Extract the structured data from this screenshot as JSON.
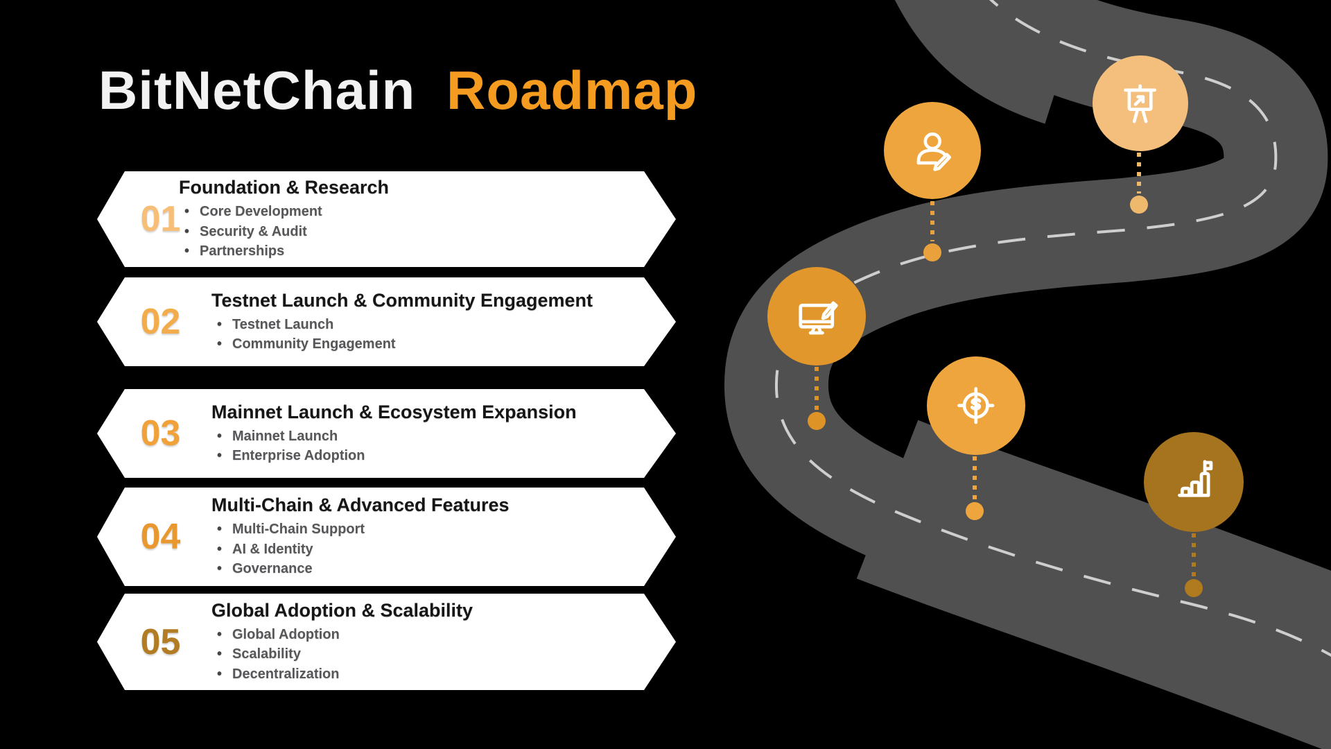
{
  "title": {
    "brand": "BitNetChain",
    "suffix": "Roadmap"
  },
  "colors": {
    "background": "#000000",
    "road_surface": "#505050",
    "road_centerline": "#DCDCDC",
    "banner_fill": "#FFFFFF",
    "title_brand": "#F2F2F2",
    "title_accent": "#F59B20",
    "phase_title_text": "#161616",
    "bullet_text": "#57575A"
  },
  "phases": [
    {
      "number": "01",
      "number_color": "#F6BE76",
      "title": "Foundation & Research",
      "bullets": [
        "Core Development",
        "Security & Audit",
        "Partnerships"
      ]
    },
    {
      "number": "02",
      "number_color": "#F3AC4B",
      "title": "Testnet Launch & Community Engagement",
      "bullets": [
        "Testnet Launch",
        "Community Engagement"
      ]
    },
    {
      "number": "03",
      "number_color": "#F0A13A",
      "title": "Mainnet Launch & Ecosystem Expansion",
      "bullets": [
        "Mainnet Launch",
        "Enterprise Adoption"
      ]
    },
    {
      "number": "04",
      "number_color": "#E9982F",
      "title": "Multi-Chain & Advanced Features",
      "bullets": [
        "Multi-Chain Support",
        "AI & Identity",
        "Governance"
      ]
    },
    {
      "number": "05",
      "number_color": "#B17C24",
      "title": "Global Adoption & Scalability",
      "bullets": [
        "Global Adoption",
        "Scalability",
        "Decentralization"
      ]
    }
  ],
  "milestones": [
    {
      "icon": "user-edit-icon",
      "color": "#EFA53E",
      "connector_color": "#E9A23B"
    },
    {
      "icon": "presentation-icon",
      "color": "#F4BE7C",
      "connector_color": "#EFB96D"
    },
    {
      "icon": "monitor-edit-icon",
      "color": "#E2972C",
      "connector_color": "#DE9327"
    },
    {
      "icon": "dollar-target-icon",
      "color": "#EFA53E",
      "connector_color": "#EFA53E"
    },
    {
      "icon": "growth-flag-icon",
      "color": "#A6731E",
      "connector_color": "#B07A1E"
    }
  ]
}
